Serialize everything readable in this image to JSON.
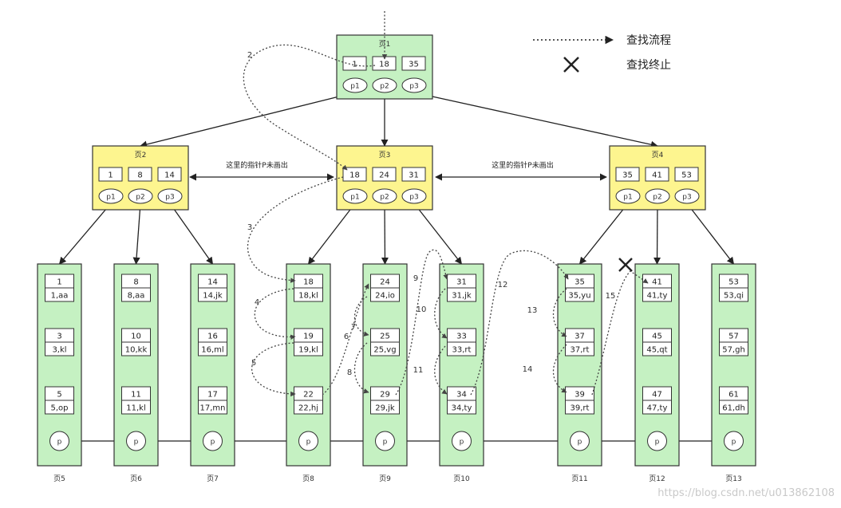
{
  "legend": {
    "search_flow": "查找流程",
    "search_stop": "查找终止"
  },
  "root": {
    "label": "页1",
    "keys": [
      "1",
      "18",
      "35"
    ],
    "ptrs": [
      "p1",
      "p2",
      "p3"
    ]
  },
  "level2": [
    {
      "label": "页2",
      "keys": [
        "1",
        "8",
        "14"
      ],
      "ptrs": [
        "p1",
        "p2",
        "p3"
      ]
    },
    {
      "label": "页3",
      "keys": [
        "18",
        "24",
        "31"
      ],
      "ptrs": [
        "p1",
        "p2",
        "p3"
      ]
    },
    {
      "label": "页4",
      "keys": [
        "35",
        "41",
        "53"
      ],
      "ptrs": [
        "p1",
        "p2",
        "p3"
      ]
    }
  ],
  "notes": [
    "这里的指针P未画出",
    "这里的指针P未画出"
  ],
  "leaves": [
    {
      "label": "页5",
      "records": [
        [
          "1",
          "1,aa"
        ],
        [
          "3",
          "3,kl"
        ],
        [
          "5",
          "5,op"
        ]
      ]
    },
    {
      "label": "页6",
      "records": [
        [
          "8",
          "8,aa"
        ],
        [
          "10",
          "10,kk"
        ],
        [
          "11",
          "11,kl"
        ]
      ]
    },
    {
      "label": "页7",
      "records": [
        [
          "14",
          "14,jk"
        ],
        [
          "16",
          "16,ml"
        ],
        [
          "17",
          "17,mn"
        ]
      ]
    },
    {
      "label": "页8",
      "records": [
        [
          "18",
          "18,kl"
        ],
        [
          "19",
          "19,kl"
        ],
        [
          "22",
          "22,hj"
        ]
      ]
    },
    {
      "label": "页9",
      "records": [
        [
          "24",
          "24,io"
        ],
        [
          "25",
          "25,vg"
        ],
        [
          "29",
          "29,jk"
        ]
      ]
    },
    {
      "label": "页10",
      "records": [
        [
          "31",
          "31,jk"
        ],
        [
          "33",
          "33,rt"
        ],
        [
          "34",
          "34,ty"
        ]
      ]
    },
    {
      "label": "页11",
      "records": [
        [
          "35",
          "35,yu"
        ],
        [
          "37",
          "37,rt"
        ],
        [
          "39",
          "39,rt"
        ]
      ]
    },
    {
      "label": "页12",
      "records": [
        [
          "41",
          "41,ty"
        ],
        [
          "45",
          "45,qt"
        ],
        [
          "47",
          "47,ty"
        ]
      ]
    },
    {
      "label": "页13",
      "records": [
        [
          "53",
          "53,qi"
        ],
        [
          "57",
          "57,gh"
        ],
        [
          "61",
          "61,dh"
        ]
      ]
    }
  ],
  "leaf_pointer": "p",
  "steps": [
    "2",
    "3",
    "4",
    "5",
    "6",
    "7",
    "8",
    "9",
    "10",
    "11",
    "12",
    "13",
    "14",
    "15"
  ],
  "watermark": "https://blog.csdn.net/u013862108",
  "colors": {
    "internal_fill": "#fdf58f",
    "root_fill": "#c5f1c2",
    "leaf_fill": "#c5f1c2",
    "stroke": "#333333"
  }
}
